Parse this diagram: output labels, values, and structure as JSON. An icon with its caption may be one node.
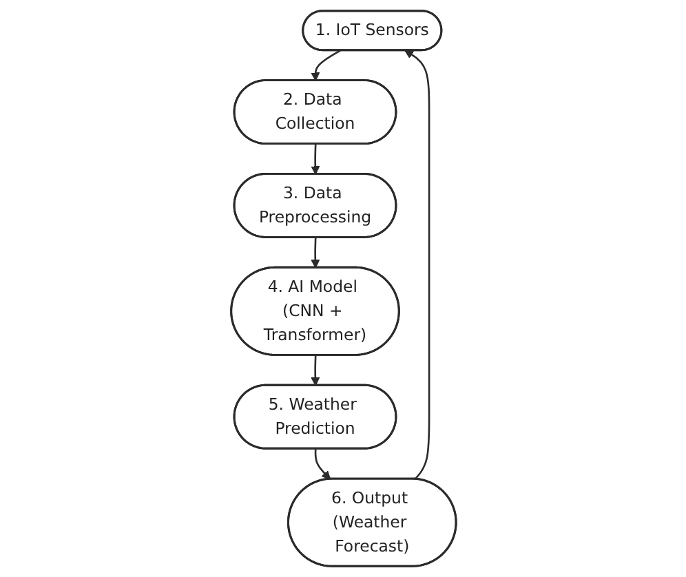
{
  "diagram": {
    "nodes": [
      {
        "text": [
          "1. IoT Sensors"
        ]
      },
      {
        "text": [
          "2. Data Collection"
        ]
      },
      {
        "text": [
          "3. Data Preprocessing"
        ]
      },
      {
        "text": [
          "4. AI Model (CNN + Transformer)"
        ]
      },
      {
        "text": [
          "5. Weather Prediction"
        ]
      },
      {
        "text": [
          "6. Output (Weather Forecast)"
        ]
      }
    ],
    "edges": [
      {
        "from": 0,
        "to": 1,
        "arrow": "to"
      },
      {
        "from": 1,
        "to": 2,
        "arrow": "to"
      },
      {
        "from": 2,
        "to": 3,
        "arrow": "to"
      },
      {
        "from": 3,
        "to": 4,
        "arrow": "to"
      },
      {
        "from": 4,
        "to": 5,
        "arrow": "to"
      },
      {
        "from": 5,
        "to": 0,
        "arrow": "to"
      }
    ]
  }
}
